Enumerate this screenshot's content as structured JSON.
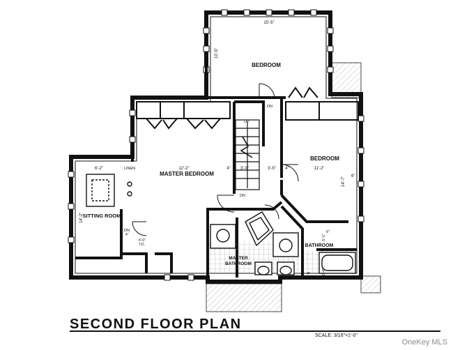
{
  "plan_title": "SECOND FLOOR PLAN",
  "scale": "SCALE: 3/16\"=1'-0\"",
  "watermark": "OneKey MLS",
  "rooms": {
    "bedroom_top": "BEDROOM",
    "master_bedroom": "MASTER BEDROOM",
    "bedroom_right": "BEDROOM",
    "sitting_room": "SITTING ROOM",
    "master_bathroom_1": "MASTER",
    "master_bathroom_2": "BATHROOM",
    "bathroom": "BATHROOM",
    "linen": "LINEN"
  },
  "labels": {
    "up": "UP",
    "dn": "DN",
    "dn2": "DN",
    "dn3": "DN",
    "td": "T.D."
  },
  "dimensions": {
    "top_bedroom_width": "15'-5\"",
    "top_bedroom_depth": "10'-5\"",
    "master_width": "12'-2\"",
    "hall_1": "3'-0\"",
    "hall_2": "3'-5\"",
    "hall_4a": "4\"",
    "hall_4b": "4\"",
    "right_bedroom_width": "11'-2\"",
    "right_bedroom_depth": "14'-7\"",
    "right_6": "6\"",
    "sitting_width": "6'-2\"",
    "sitting_depth": "14'-2\"",
    "td_dim": "4'-0\"",
    "td_4": "4\"",
    "bath_1": "5'-1\"",
    "bath_2": "2'-4\"",
    "bath_3": "6\"",
    "bath_4": "4\""
  }
}
